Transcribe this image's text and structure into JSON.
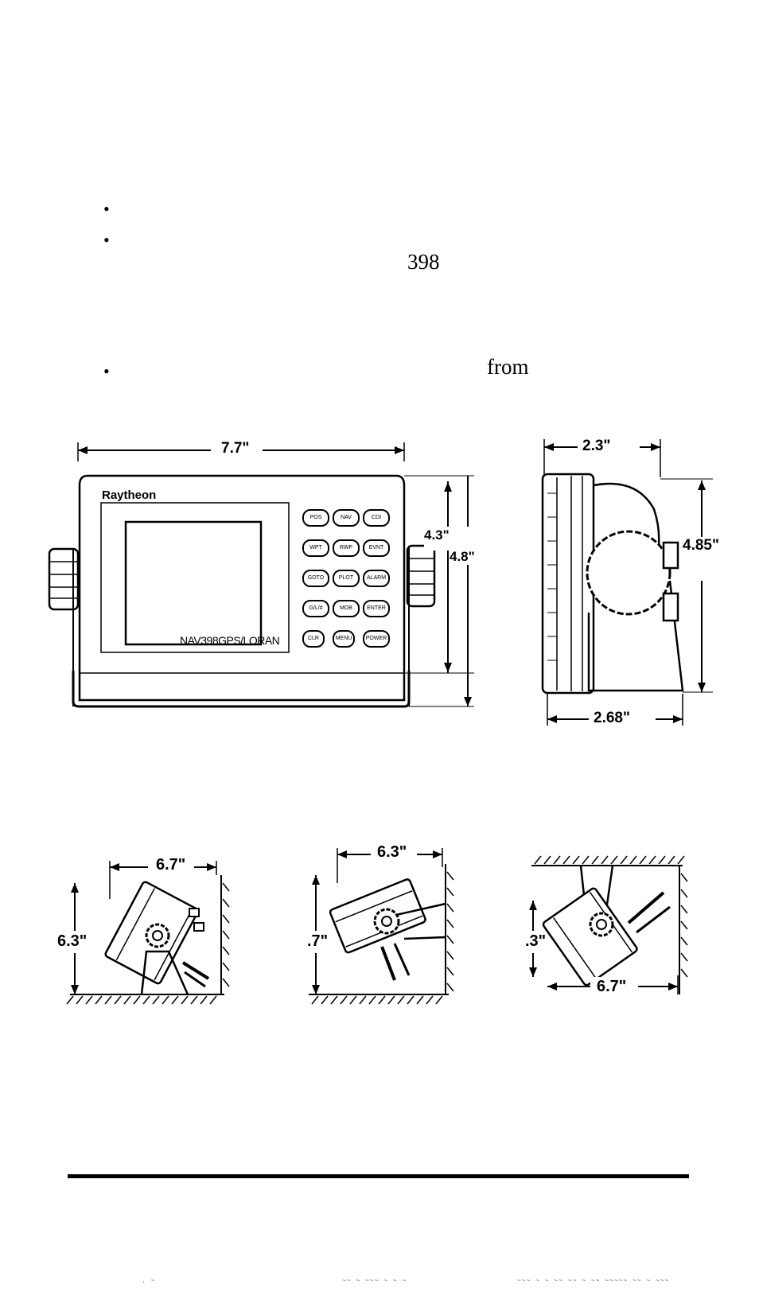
{
  "text": {
    "model_number": "398",
    "word_from": "from"
  },
  "front_view": {
    "brand": "Raytheon",
    "model_label": "NAV398GPS/LORAN",
    "width_dim": "7.7\"",
    "height_dim_inner": "4.3\"",
    "height_dim_outer": "4.8\"",
    "keys": [
      "POS",
      "NAV",
      "CDI",
      "WPT",
      "RWP",
      "EVNT",
      "GOTO",
      "PLOT",
      "ALARM",
      "G/L/#",
      "MOB",
      "ENTER",
      "CLR",
      "MENU",
      "POWER"
    ]
  },
  "side_view": {
    "depth_top": "2.3\"",
    "height": "4.85\"",
    "depth_bottom": "2.68\""
  },
  "mount_views": {
    "left": {
      "width": "6.7\"",
      "height": "6.3\""
    },
    "center": {
      "width": "6.3\"",
      "height": ".7\""
    },
    "right": {
      "width": "6.7\"",
      "height": ".3\""
    }
  },
  "footer_noise": [
    ". ~",
    "~~ ~ ~~~ ~ ~ ~",
    "~~~ ~ ~ ~~ ~~ ~ ~~ ~~~~~ ~~ ~ ~~~"
  ]
}
